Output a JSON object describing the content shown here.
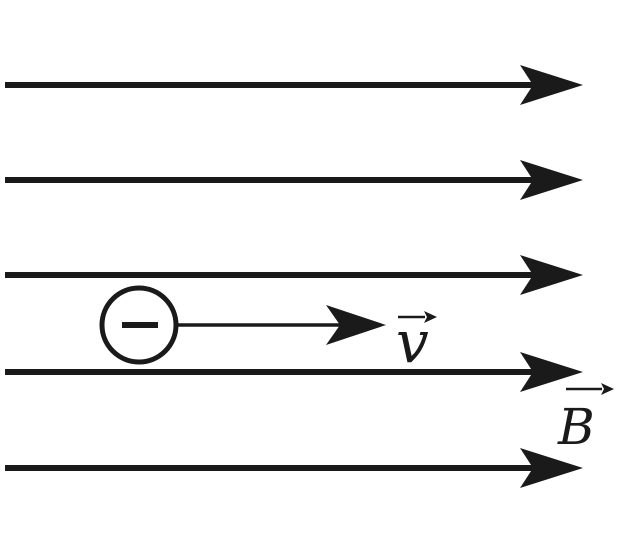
{
  "diagram": {
    "field_line_count": 5,
    "field_direction": "right",
    "particle_charge": "negative",
    "particle_velocity_direction": "right",
    "line_color": "#1a1a1a",
    "background": "#ffffff",
    "labels": {
      "velocity": "v",
      "field": "B"
    }
  }
}
